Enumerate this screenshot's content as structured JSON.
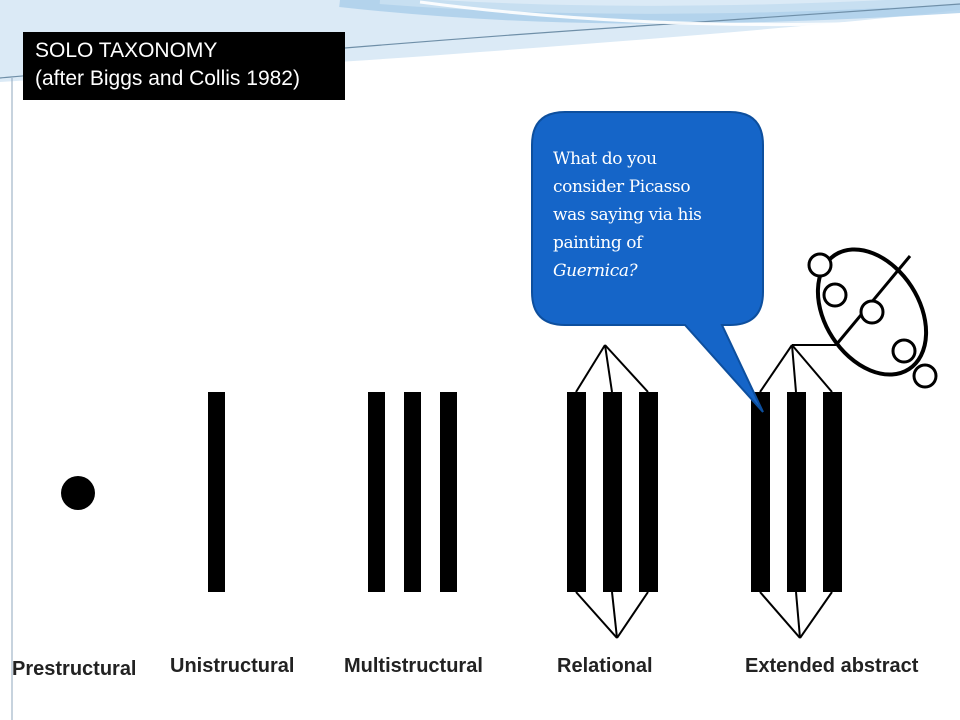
{
  "title": {
    "line1": "SOLO TAXONOMY",
    "line2": "(after Biggs and Collis 1982)"
  },
  "speech_bubble": {
    "line1": "What do you",
    "line2": "consider Picasso",
    "line3": "was saying via his",
    "line4": "painting of",
    "line5": "Guernica?"
  },
  "stages": [
    {
      "label": "Prestructural"
    },
    {
      "label": "Unistructural"
    },
    {
      "label": "Multistructural"
    },
    {
      "label": "Relational"
    },
    {
      "label": "Extended abstract"
    }
  ],
  "colors": {
    "bubble_fill": "#1565c8",
    "bubble_stroke": "#0d4f9e",
    "header_swoosh": "#a9cdea",
    "bar": "#000000"
  }
}
